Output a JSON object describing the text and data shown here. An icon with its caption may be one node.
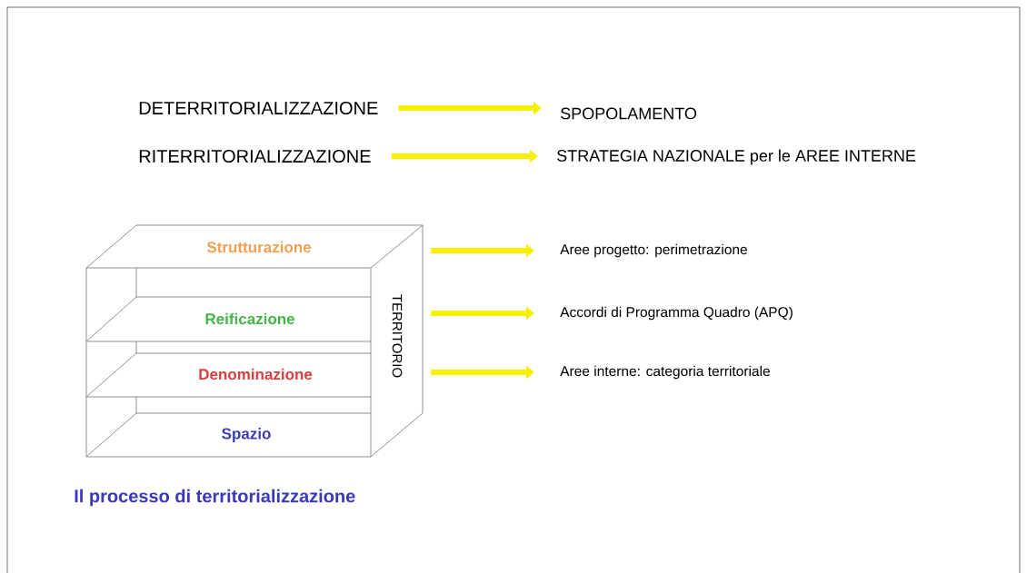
{
  "diagram": {
    "caption": "Il processo di territorializzazione",
    "nodes": [
      {
        "text": [
          "DETERRITORIALIZZAZIONE"
        ]
      },
      {
        "text": [
          "SPOPOLAMENTO"
        ]
      },
      {
        "text": [
          "RITERRITORIALIZZAZIONE"
        ]
      },
      {
        "text": [
          "STRATEGIA NAZIONALE per le AREE INTERNE"
        ]
      },
      {
        "text": [
          "TERRITORIO"
        ]
      },
      {
        "text": [
          "Strutturazione"
        ],
        "in": 4
      },
      {
        "text": [
          "Reificazione"
        ],
        "in": 4
      },
      {
        "text": [
          "Denominazione"
        ],
        "in": 4
      },
      {
        "text": [
          "Spazio"
        ],
        "in": 4
      },
      {
        "text": [
          "Aree progetto: perimetrazione"
        ]
      },
      {
        "text": [
          "Accordi di Programma Quadro (APQ)"
        ]
      },
      {
        "text": [
          "Aree interne: categoria territoriale"
        ]
      }
    ],
    "edges": [
      {
        "from": 0,
        "to": 1,
        "arrow": "to"
      },
      {
        "from": 2,
        "to": 3,
        "arrow": "to"
      },
      {
        "from": 4,
        "to": 9,
        "arrow": "to"
      },
      {
        "from": 4,
        "to": 10,
        "arrow": "to"
      },
      {
        "from": 4,
        "to": 11,
        "arrow": "to"
      }
    ]
  }
}
